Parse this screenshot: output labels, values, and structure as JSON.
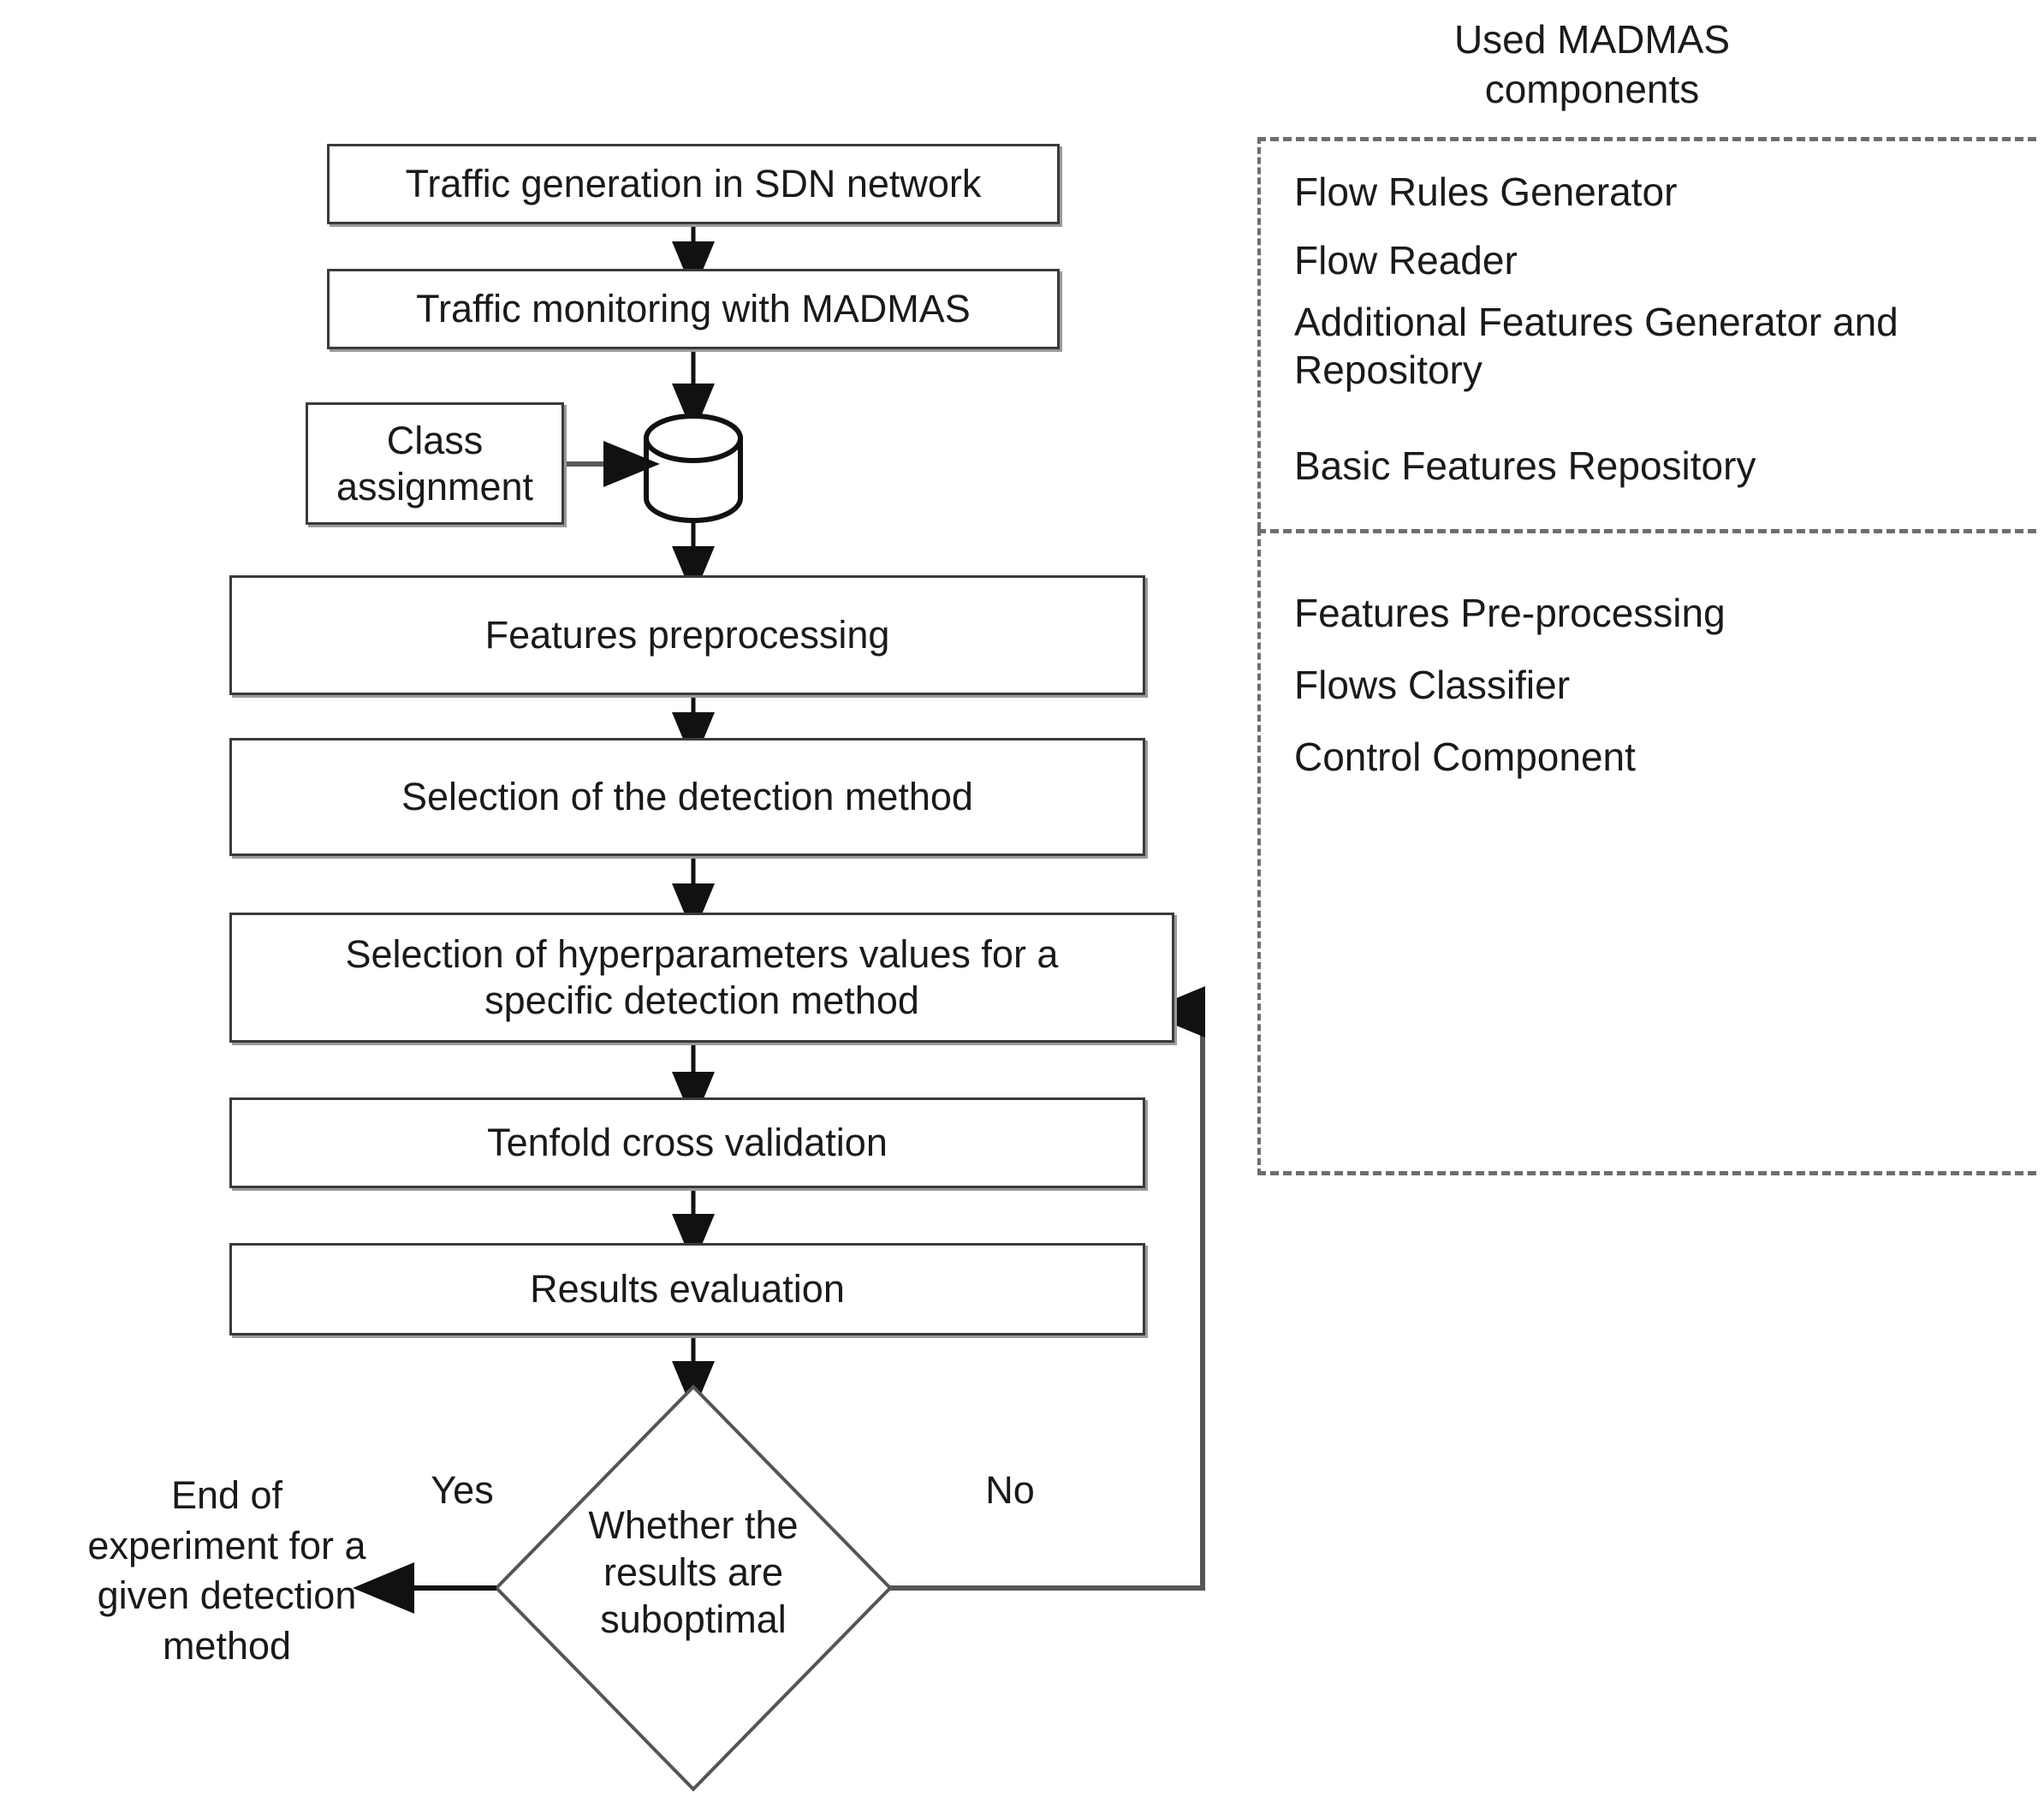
{
  "diagram": {
    "title": "Experiment workflow flowchart with MADMAS components",
    "flow_nodes": [
      {
        "id": "traffic-generation",
        "label": "Traffic generation in SDN network"
      },
      {
        "id": "traffic-monitoring",
        "label": "Traffic monitoring with MADMAS"
      },
      {
        "id": "class-assignment",
        "label": "Class\nassignment"
      },
      {
        "id": "database",
        "label": ""
      },
      {
        "id": "features-preprocessing",
        "label": "Features preprocessing"
      },
      {
        "id": "selection-detection-method",
        "label": "Selection of the detection method"
      },
      {
        "id": "selection-hyperparameters",
        "label": "Selection of hyperparameters values for a specific detection method"
      },
      {
        "id": "tenfold-cross-validation",
        "label": "Tenfold cross validation"
      },
      {
        "id": "results-evaluation",
        "label": "Results evaluation"
      },
      {
        "id": "decision-suboptimal",
        "label": "Whether the results are suboptimal"
      },
      {
        "id": "end-of-experiment",
        "label": "End of experiment for a given detection method"
      }
    ],
    "node_labels": {
      "traffic_generation": "Traffic generation in SDN network",
      "traffic_monitoring": "Traffic monitoring with MADMAS",
      "class_assignment_line1": "Class",
      "class_assignment_line2": "assignment",
      "features_preprocessing": "Features preprocessing",
      "selection_detection_method": "Selection of the detection method",
      "selection_hyperparameters_line1": "Selection of hyperparameters values for a",
      "selection_hyperparameters_line2": "specific detection method",
      "tenfold_cross_validation": "Tenfold cross validation",
      "results_evaluation": "Results evaluation",
      "decision_line1": "Whether the",
      "decision_line2": "results are",
      "decision_line3": "suboptimal",
      "end_line1": "End of",
      "end_line2": "experiment for a",
      "end_line3": "given detection",
      "end_line4": "method"
    },
    "edge_labels": {
      "yes": "Yes",
      "no": "No"
    },
    "side_panel": {
      "title_line1": "Used MADMAS",
      "title_line2": "components",
      "group_top": [
        "Flow Rules Generator",
        "Flow Reader",
        "Additional Features Generator and",
        "Repository",
        "Basic Features Repository"
      ],
      "group_bottom": [
        "Features Pre-processing",
        "Flows Classifier",
        "Control Component"
      ]
    },
    "colors": {
      "stroke": "#3a3a3a",
      "shadow": "#9a9a9a",
      "dashed": "#6e6e6e",
      "text": "#1a1a1a",
      "background": "#ffffff"
    }
  }
}
